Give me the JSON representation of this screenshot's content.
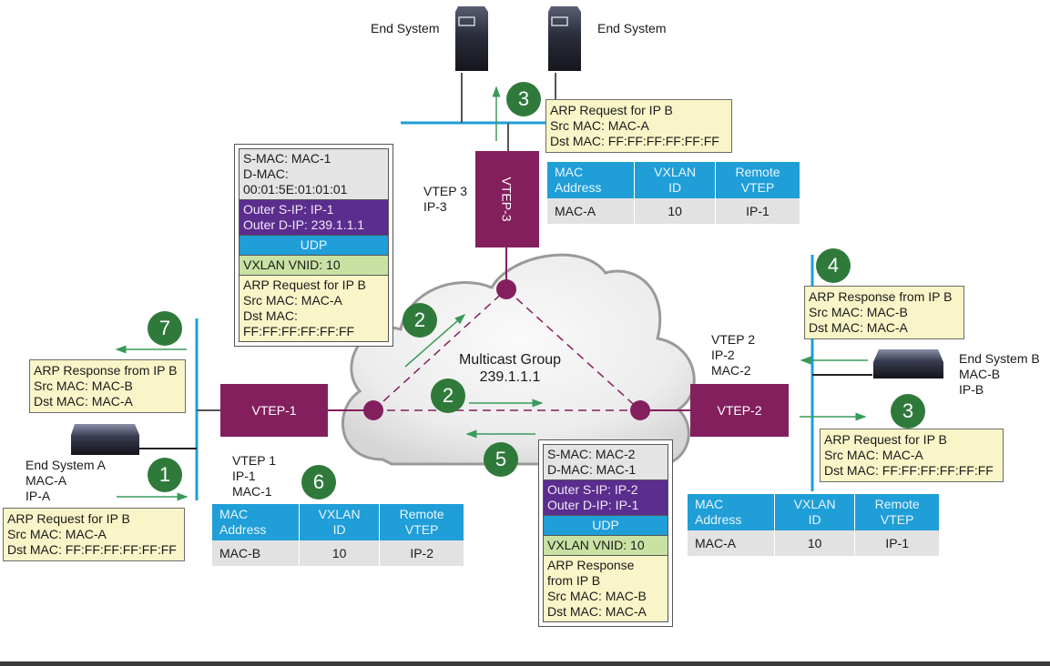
{
  "colors": {
    "vtep": "#841f5e",
    "badge": "#2f7a3b",
    "table_header": "#1f9ed8",
    "note_bg": "#faf5c8",
    "outer_ip": "#5b2d8e",
    "vxlan": "#c9e2a4",
    "segment_line": "#1f9ed8",
    "arrow": "#3a9a5a"
  },
  "multicast": {
    "title": "Multicast Group",
    "address": "239.1.1.1"
  },
  "vteps": {
    "vtep1": {
      "box_label": "VTEP-1",
      "info": [
        "VTEP 1",
        "IP-1",
        "MAC-1"
      ]
    },
    "vtep2": {
      "box_label": "VTEP-2",
      "info": [
        "VTEP 2",
        "IP-2",
        "MAC-2"
      ]
    },
    "vtep3": {
      "box_label": "VTEP-3",
      "info": [
        "VTEP 3",
        "IP-3"
      ]
    }
  },
  "end_systems": {
    "top_left": {
      "label": "End System"
    },
    "top_right": {
      "label": "End System"
    },
    "a": {
      "lines": [
        "End System A",
        "MAC-A",
        "IP-A"
      ]
    },
    "b": {
      "lines": [
        "End System B",
        "MAC-B",
        "IP-B"
      ]
    }
  },
  "steps": {
    "s1": "1",
    "s2a": "2",
    "s2b": "2",
    "s3top": "3",
    "s3right": "3",
    "s4": "4",
    "s5": "5",
    "s6": "6",
    "s7": "7"
  },
  "notes": {
    "arp_req_a": [
      "ARP Request  for IP B",
      "Src MAC: MAC-A",
      "Dst MAC: FF:FF:FF:FF:FF:FF"
    ],
    "arp_req_top": [
      "ARP Request  for IP B",
      "Src MAC: MAC-A",
      "Dst MAC: FF:FF:FF:FF:FF:FF"
    ],
    "arp_req_right": [
      "ARP Request  for IP B",
      "Src MAC: MAC-A",
      "Dst MAC: FF:FF:FF:FF:FF:FF"
    ],
    "arp_resp_b": [
      "ARP Response from IP B",
      "Src MAC: MAC-B",
      "Dst MAC: MAC-A"
    ],
    "arp_resp_a": [
      "ARP Response from IP B",
      "Src MAC: MAC-B",
      "Dst MAC: MAC-A"
    ]
  },
  "packets": {
    "request": {
      "mac": [
        "S-MAC: MAC-1",
        "D-MAC:",
        "00:01:5E:01:01:01"
      ],
      "ip": [
        "Outer S-IP: IP-1",
        "Outer D-IP:  239.1.1.1"
      ],
      "udp": "UDP",
      "vxlan": "VXLAN VNID: 10",
      "payload": [
        "ARP Request  for IP B",
        "Src MAC: MAC-A",
        "Dst MAC:",
        "FF:FF:FF:FF:FF:FF"
      ]
    },
    "response": {
      "mac": [
        "S-MAC: MAC-2",
        "D-MAC: MAC-1"
      ],
      "ip": [
        "Outer S-IP: IP-2",
        "Outer D-IP:  IP-1"
      ],
      "udp": "UDP",
      "vxlan": "VXLAN VNID: 10",
      "payload": [
        "ARP Response",
        "from IP B",
        "Src MAC: MAC-B",
        "Dst MAC: MAC-A"
      ]
    }
  },
  "tables": {
    "headers": [
      "MAC Address",
      "VXLAN ID",
      "Remote VTEP"
    ],
    "header_lines": [
      [
        "MAC",
        "Address"
      ],
      [
        "VXLAN",
        "ID"
      ],
      [
        "Remote",
        "VTEP"
      ]
    ],
    "vtep3": {
      "rows": [
        [
          "MAC-A",
          "10",
          "IP-1"
        ]
      ]
    },
    "vtep1": {
      "rows": [
        [
          "MAC-B",
          "10",
          "IP-2"
        ]
      ]
    },
    "vtep2": {
      "rows": [
        [
          "MAC-A",
          "10",
          "IP-1"
        ]
      ]
    }
  }
}
